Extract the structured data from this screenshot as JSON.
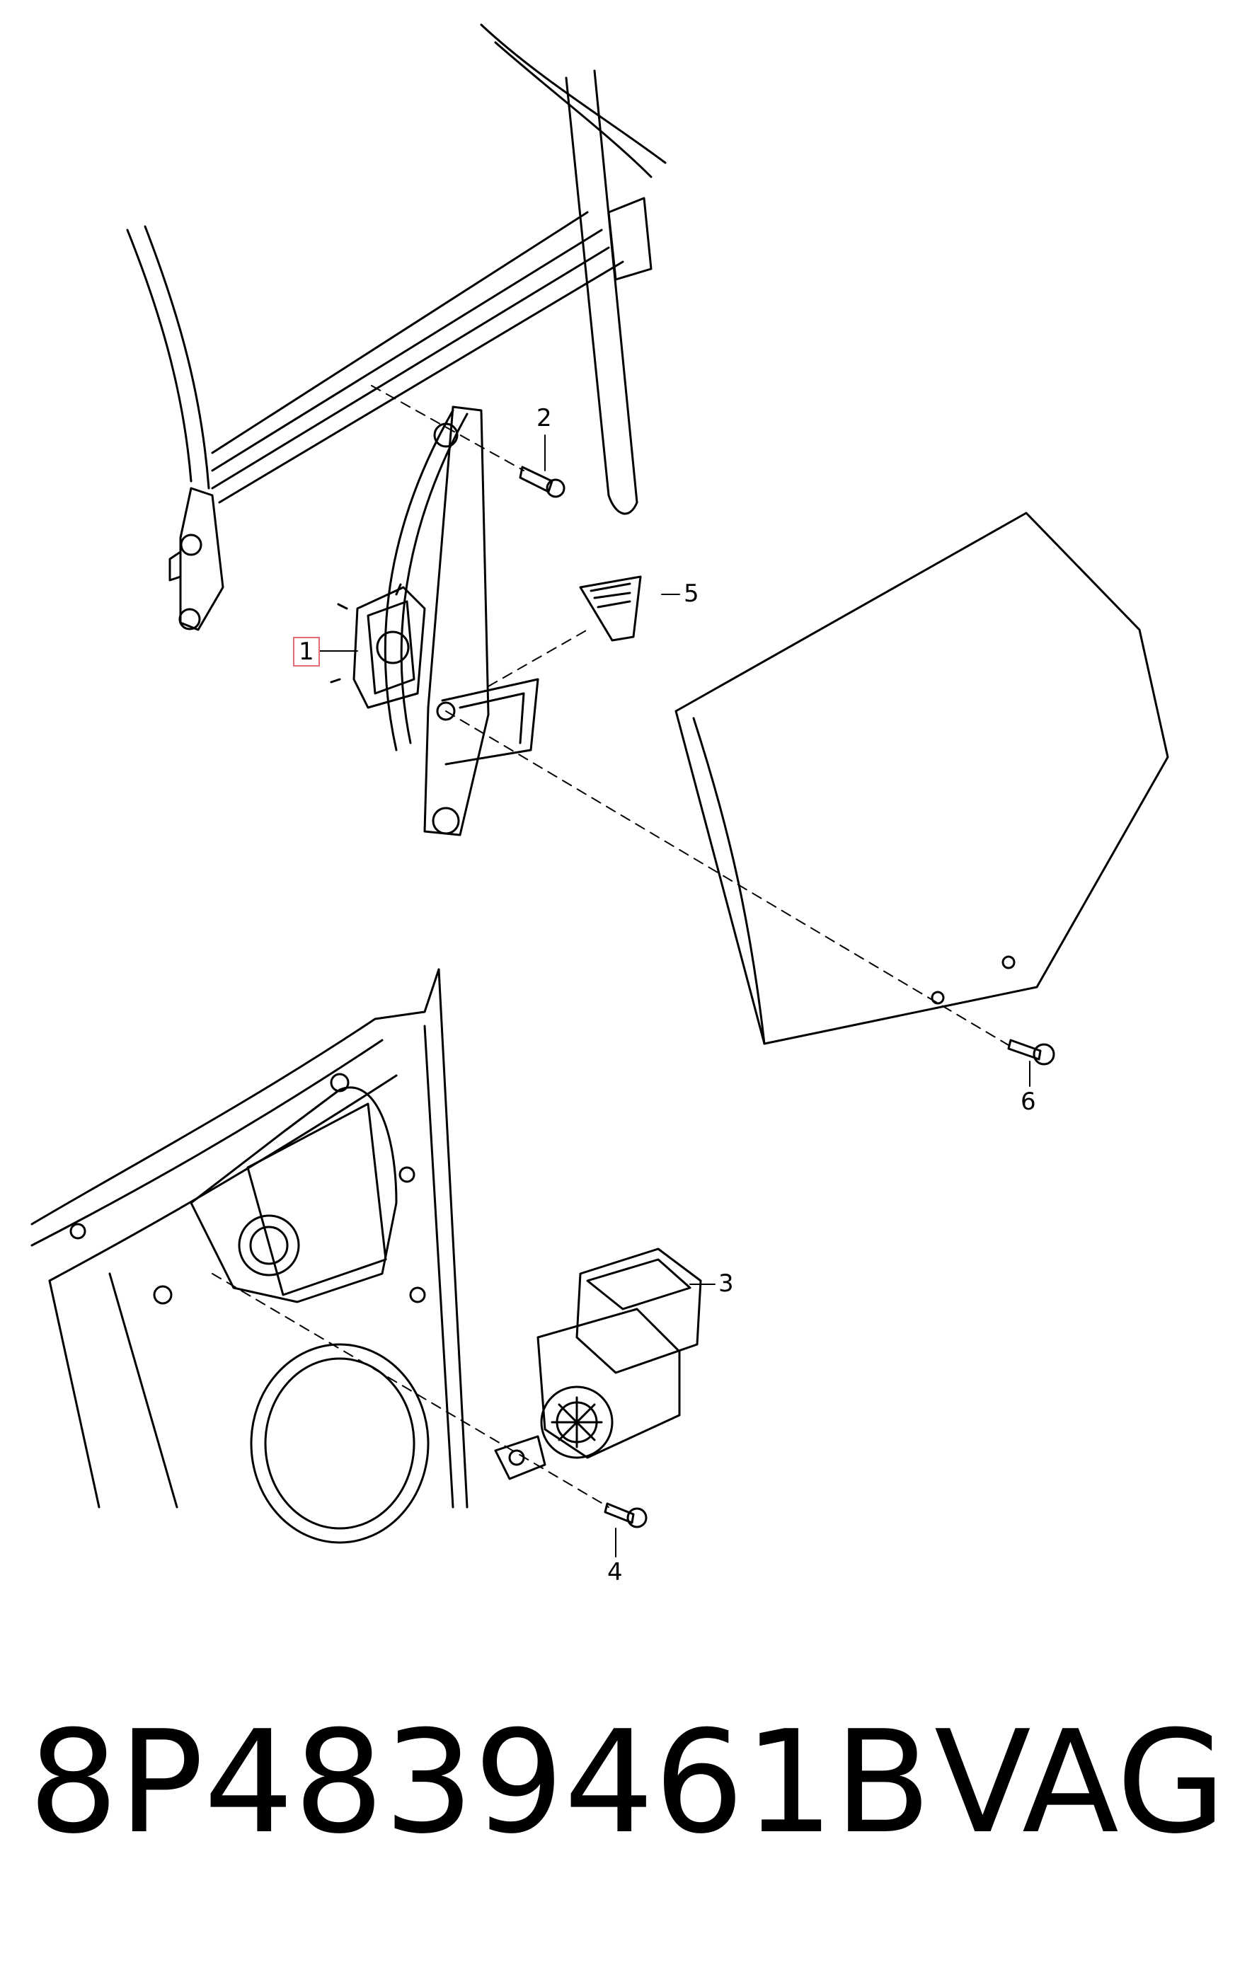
{
  "callouts": {
    "c1": "1",
    "c2": "2",
    "c3": "3",
    "c4": "4",
    "c5": "5",
    "c6": "6"
  },
  "part_number": "8P4839461B",
  "brand": "VAG"
}
